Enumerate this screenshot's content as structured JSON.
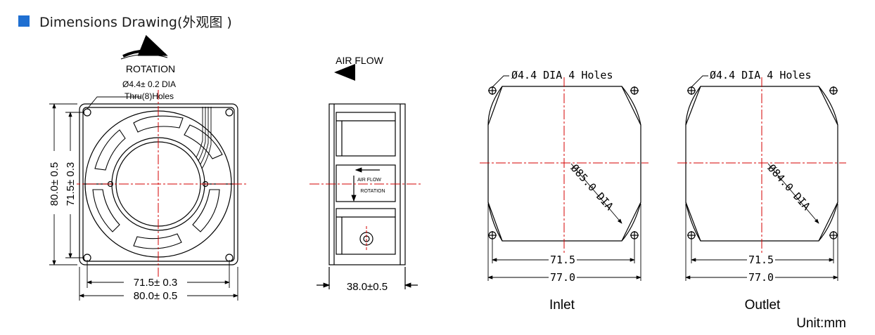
{
  "header": {
    "title": "Dimensions Drawing(外观图 )",
    "accent_color": "#1f6fd1"
  },
  "front": {
    "rotation_label": "ROTATION",
    "hole_label_1": "Ø4.4±  0.2 DIA",
    "hole_label_2": "Thru(8)Holes",
    "dim_width_outer": "80.0± 0.5",
    "dim_width_inner": "71.5± 0.3",
    "dim_height_outer": "80.0± 0.5",
    "dim_height_inner": "71.5± 0.3"
  },
  "side": {
    "airflow_label": "AIR FLOW",
    "label_airflow_small": "AIR FLOW",
    "label_rotation_small": "ROTATION",
    "dim_depth": "38.0±0.5"
  },
  "inlet": {
    "hole_label": "Ø4.4 DIA 4 Holes",
    "diameter_label": "Ø85.0 DIA",
    "dim_inner": "71.5",
    "dim_outer": "77.0",
    "caption": "Inlet"
  },
  "outlet": {
    "hole_label": "Ø4.4 DIA 4 Holes",
    "diameter_label": "Ø84.0 DIA",
    "dim_inner": "71.5",
    "dim_outer": "77.0",
    "caption": "Outlet"
  },
  "unit": "Unit:mm",
  "colors": {
    "centerline": "#d40000",
    "line": "#000000"
  }
}
